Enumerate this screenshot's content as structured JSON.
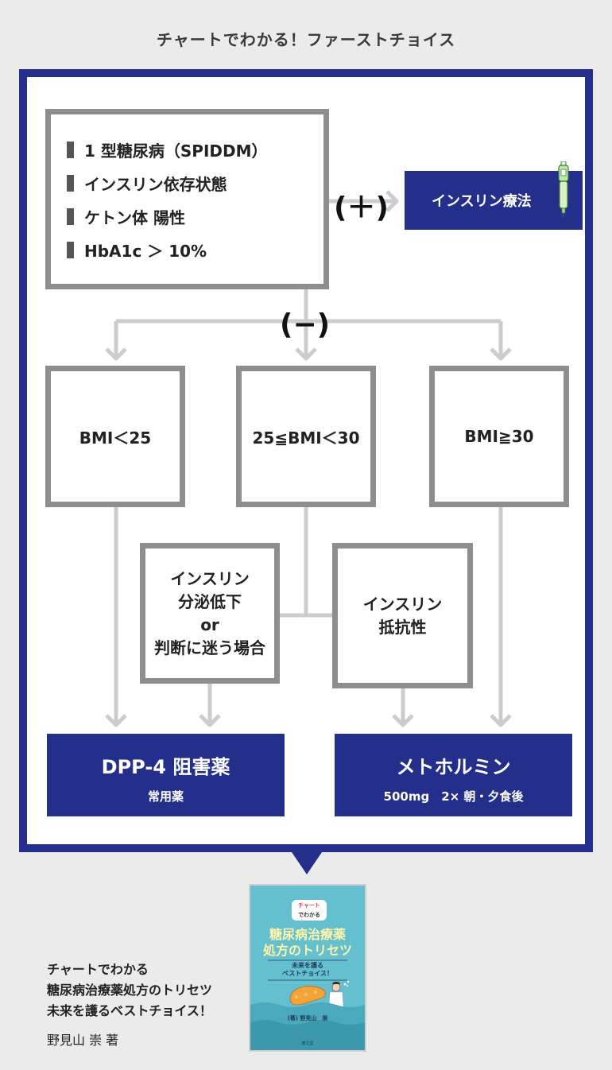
{
  "page": {
    "title": "チャートでわかる！ファーストチョイス"
  },
  "criteria": {
    "items": [
      "1 型糖尿病（SPIDDM）",
      "インスリン依存状態",
      "ケトン体 陽性",
      "HbA1c ＞ 10%"
    ]
  },
  "branches": {
    "positive": "(＋)",
    "negative": "(−)"
  },
  "insulin_therapy": {
    "label": "インスリン療法"
  },
  "bmi": {
    "low": "BMI＜25",
    "mid": "25≦BMI＜30",
    "high": "BMI≧30"
  },
  "conditions": {
    "secretion": [
      "インスリン",
      "分泌低下",
      "or",
      "判断に迷う場合"
    ],
    "resistance": [
      "インスリン",
      "抵抗性"
    ]
  },
  "outcomes": {
    "dpp4": {
      "title": "DPP-4 阻害薬",
      "subtitle": "常用薬"
    },
    "metformin": {
      "title": "メトホルミン",
      "subtitle": "500mg　2× 朝・夕食後"
    }
  },
  "book": {
    "caption": [
      "チャートでわかる",
      "糖尿病治療薬処方のトリセツ",
      "未来を護るベストチョイス！"
    ],
    "author": "野見山 崇 著",
    "cover": {
      "badge": [
        "チャート",
        "でわかる"
      ],
      "title": [
        "糖尿病治療薬",
        "処方のトリセツ"
      ],
      "subtitle": [
        "未来を護る",
        "ベストチョイス！"
      ],
      "author": "(著) 野見山　崇",
      "publisher": "南江堂"
    }
  },
  "colors": {
    "navy": "#232f8a",
    "box_border": "#8e8e8e",
    "connector": "#cccccc",
    "page_bg": "#ebebeb",
    "cover_bg": "#64bfcf"
  },
  "icons": [
    "insulin-pen-icon",
    "pancreas-icon",
    "doctor-icon"
  ]
}
